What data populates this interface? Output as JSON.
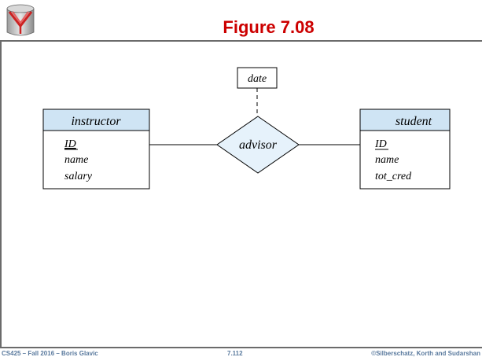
{
  "slide": {
    "title": "Figure 7.08",
    "footer_left": "CS425 – Fall 2016 – Boris Glavic",
    "footer_center": "7.112",
    "footer_right": "©Silberschatz, Korth and Sudarshan"
  },
  "diagram": {
    "entity_left": {
      "name": "instructor",
      "attributes": [
        "ID",
        "name",
        "salary"
      ],
      "primary_key": "ID"
    },
    "entity_right": {
      "name": "student",
      "attributes": [
        "ID",
        "name",
        "tot_cred"
      ],
      "primary_key": "ID"
    },
    "relationship": {
      "name": "advisor",
      "attribute": "date"
    }
  },
  "colors": {
    "title": "#cc0000",
    "entity_header_fill": "#cfe4f4",
    "relationship_fill": "#e6f2fb",
    "footer_text": "#5a7a9e"
  },
  "icons": {
    "logo": "database-cylinder-icon"
  }
}
